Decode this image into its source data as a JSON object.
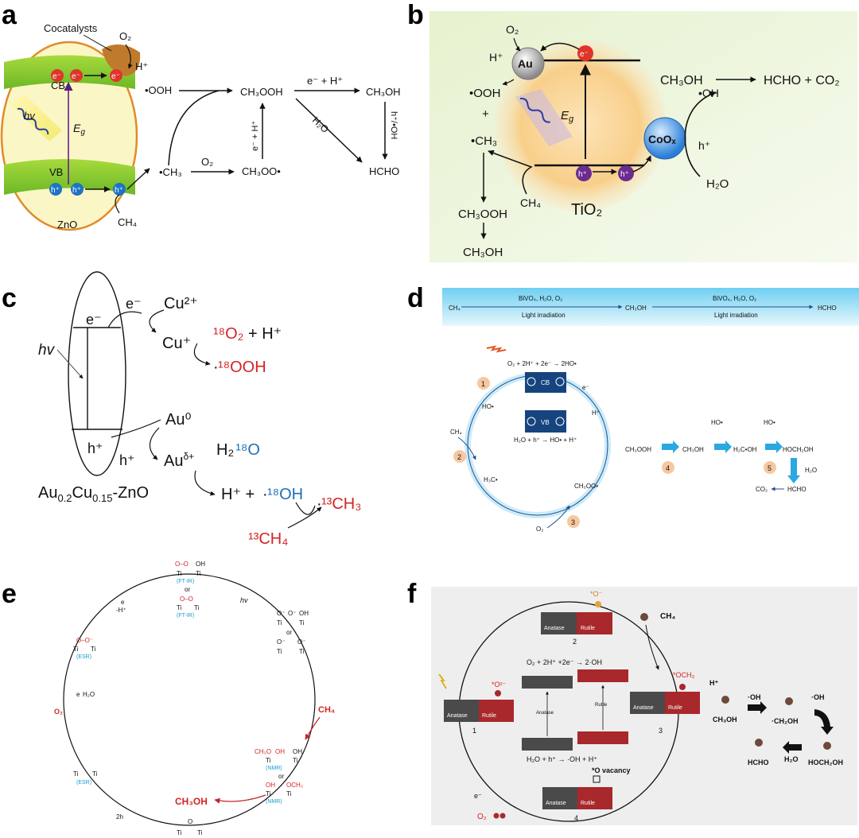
{
  "panels": {
    "a": {
      "letter": "a",
      "cocatalysts": "Cocatalysts",
      "o2": "O₂",
      "hplus": "H⁺",
      "cb": "CB",
      "vb": "VB",
      "hv": "hv",
      "eg": "E",
      "eg_sub": "g",
      "zno": "ZnO",
      "ch4": "CH₄",
      "electron": "e⁻",
      "hole": "h⁺",
      "ooh": "•OOH",
      "ch3": "•CH₃",
      "ch3ooh": "CH₃OOH",
      "ch3oh": "CH₃OH",
      "hcho": "HCHO",
      "ch3oo": "CH₃OO•",
      "o2_step": "O₂",
      "eh_top": "e⁻ + H⁺",
      "eh_vertical": "e⁻ + H⁺",
      "h2o_diag": "H₂O",
      "hoh_vertical": "h⁺/•OH"
    },
    "b": {
      "letter": "b",
      "o2": "O₂",
      "hplus": "H⁺",
      "au": "Au",
      "electron": "e⁻",
      "ooh": "•OOH",
      "plus": "+",
      "ch3": "•CH₃",
      "eg": "E",
      "eg_sub": "g",
      "coo": "CoOₓ",
      "hole": "h⁺",
      "hplus_right": "h⁺",
      "ch3oh": "CH₃OH",
      "products": "HCHO + CO₂",
      "oh": "•OH",
      "h2o": "H₂O",
      "ch4": "CH₄",
      "tio2": "TiO₂",
      "ch3ooh": "CH₃OOH",
      "ch3oh_bottom": "CH₃OH"
    },
    "c": {
      "letter": "c",
      "electron": "e⁻",
      "electron2": "e⁻",
      "hv": "hv",
      "hole": "h⁺",
      "hole2": "h⁺",
      "cu2": "Cu²⁺",
      "cu1": "Cu⁺",
      "o2_iso": "¹⁸O₂",
      "plus_h": " + H⁺",
      "ooh_dot": "·",
      "ooh_iso": "¹⁸OOH",
      "au0": "Au⁰",
      "audelta": "Au",
      "audelta_sup": "δ+",
      "h2o_h2": "H₂",
      "h2o_o": "¹⁸O",
      "hplus_oh": "H⁺ + ",
      "oh_dot": "·",
      "oh_iso": "¹⁸OH",
      "ch3_dot": "·",
      "ch3_iso": "¹³CH₃",
      "ch4_iso": "¹³CH₄",
      "catalyst": "Au",
      "catalyst_sub1": "0.2",
      "catalyst_cu": "Cu",
      "catalyst_sub2": "0.15",
      "catalyst_end": "-ZnO"
    },
    "d": {
      "letter": "d",
      "banner_ch4": "CH₄",
      "banner_cond1_top": "BiVO₄, H₂O, O₂",
      "banner_cond1_bottom": "Light irradiation",
      "banner_ch3oh": "CH₃OH",
      "banner_cond2_top": "BiVO₄, H₂O, O₂",
      "banner_cond2_bottom": "Light irradiation",
      "banner_hcho": "HCHO",
      "o2_eq": "O₂ + 2H⁺ + 2e⁻ → 2HO•",
      "cb": "CB",
      "vb": "VB",
      "water_eq": "H₂O + h⁺ → HO• + H⁺",
      "electron": "e⁻",
      "ho": "HO•",
      "hplus": "H⁺",
      "ch4": "CH₄",
      "h3c": "H₃C•",
      "ch3oo": "CH₃OO•",
      "o2": "O₂",
      "ch3ooh": "CH₃OOH",
      "ch3oh": "CH₃OH",
      "ho_2": "HO•",
      "h2coh": "H₂C•OH",
      "ho_3": "HO•",
      "hoch2oh": "HOCH₂OH",
      "h2o": "H₂O",
      "co2": "CO₂",
      "hcho": "HCHO",
      "steps": [
        "1",
        "2",
        "3",
        "4",
        "5"
      ]
    },
    "e": {
      "letter": "e",
      "top_ftir": "(FT-IR)",
      "top_or": "or",
      "top_ftir2": "(FT-IR)",
      "hv": "hv",
      "eh": "e",
      "eh2": "-H⁺",
      "right_or": "or",
      "ch4": "CH₄",
      "nmr1": "(NMR)",
      "or2": "or",
      "nmr2": "(NMR)",
      "ch3oh": "CH₃OH",
      "two_h": "2h",
      "esr_left": "(ESR)",
      "esr_bottom": "(ESR)",
      "e_h2o": "e",
      "h2o": "H₂O",
      "o2": "O₂",
      "ti": "Ti",
      "oh": "OH",
      "o": "O",
      "oo": "O–O",
      "ooo": "O–O⁻",
      "och3": "OCH₃",
      "ch3o": "CH₃O",
      "oneg": "O⁻"
    },
    "f": {
      "letter": "f",
      "o_minus": "*O⁻",
      "ch4": "CH₄",
      "o2_minus": "*O²⁻",
      "och3": "*OCH₃",
      "hplus": "H⁺",
      "eq_top": "O₂ + 2H⁺ +2e⁻ → 2·OH",
      "eq_bottom": "H₂O + h⁺ → ·OH + H⁺",
      "anatase": "Anatase",
      "rutile": "Rutile",
      "ch3oh": "CH₃OH",
      "oh1": "·OH",
      "ch2oh": "·CH₂OH",
      "oh2": "·OH",
      "hcho": "HCHO",
      "h2o": "H₂O",
      "hoch2oh": "HOCH₂OH",
      "vacancy": "*O vacancy",
      "o2": "O₂",
      "electron": "e⁻",
      "n1": "1",
      "n2": "2",
      "n3": "3",
      "n4": "4"
    }
  }
}
